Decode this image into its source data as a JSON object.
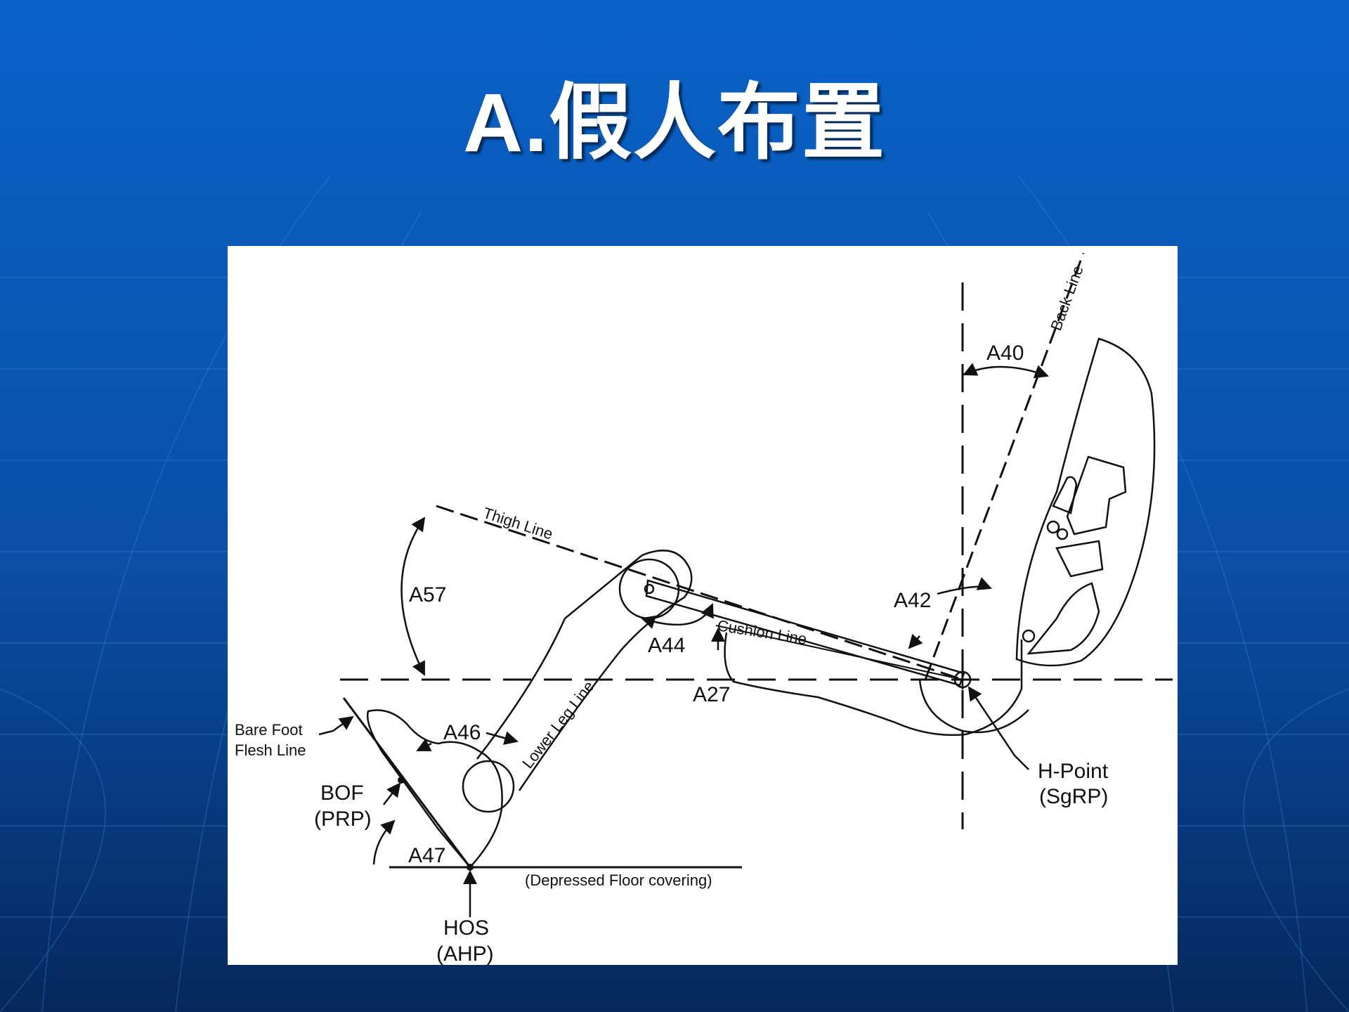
{
  "slide": {
    "title": "A.假人布置",
    "background_color": "#0a56b8",
    "accent_color": "#ffffff"
  },
  "diagram": {
    "labels": {
      "back_line": "Back Line",
      "a40": "A40",
      "thigh_line": "Thigh Line",
      "a57": "A57",
      "a42": "A42",
      "cushion_line": "Cushion Line",
      "a44": "A44",
      "a27": "A27",
      "lower_leg_line": "Lower Leg Line",
      "a46": "A46",
      "bare_foot_1": "Bare Foot",
      "bare_foot_2": "Flesh Line",
      "bof_1": "BOF",
      "bof_2": "(PRP)",
      "a47": "A47",
      "floor": "(Depressed Floor covering)",
      "hos_1": "HOS",
      "hos_2": "(AHP)",
      "h_point_1": "H-Point",
      "h_point_2": "(SgRP)"
    }
  }
}
